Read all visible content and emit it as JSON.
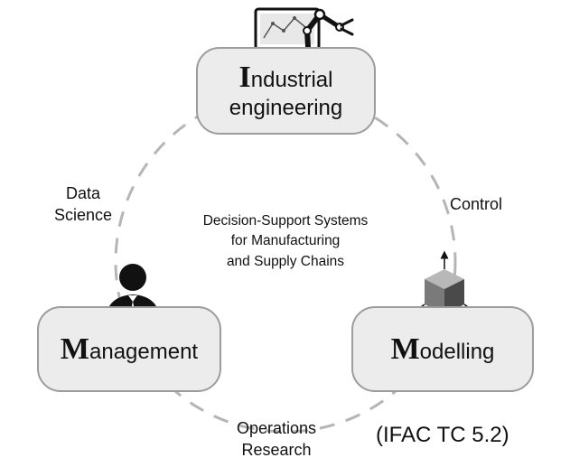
{
  "nodes": {
    "industrial": {
      "initial": "I",
      "line1": "ndustrial",
      "line2": "engineering",
      "icon": "laptop-robot-arm-icon"
    },
    "management": {
      "initial": "M",
      "rest": "anagement",
      "icon": "businessman-icon"
    },
    "modelling": {
      "initial": "M",
      "rest": "odelling",
      "icon": "3d-cube-axes-icon"
    }
  },
  "edges": {
    "left": {
      "line1": "Data",
      "line2": "Science"
    },
    "right": {
      "label": "Control"
    },
    "bottom": {
      "line1": "Operations",
      "line2": "Research"
    }
  },
  "center": {
    "line1": "Decision-Support Systems",
    "line2": "for Manufacturing",
    "line3": "and Supply Chains"
  },
  "footer": {
    "label": "(IFAC TC 5.2)"
  },
  "colors": {
    "box_fill": "#ececec",
    "box_border": "#9c9c9c",
    "dash": "#b5b5b5",
    "text": "#111111"
  }
}
